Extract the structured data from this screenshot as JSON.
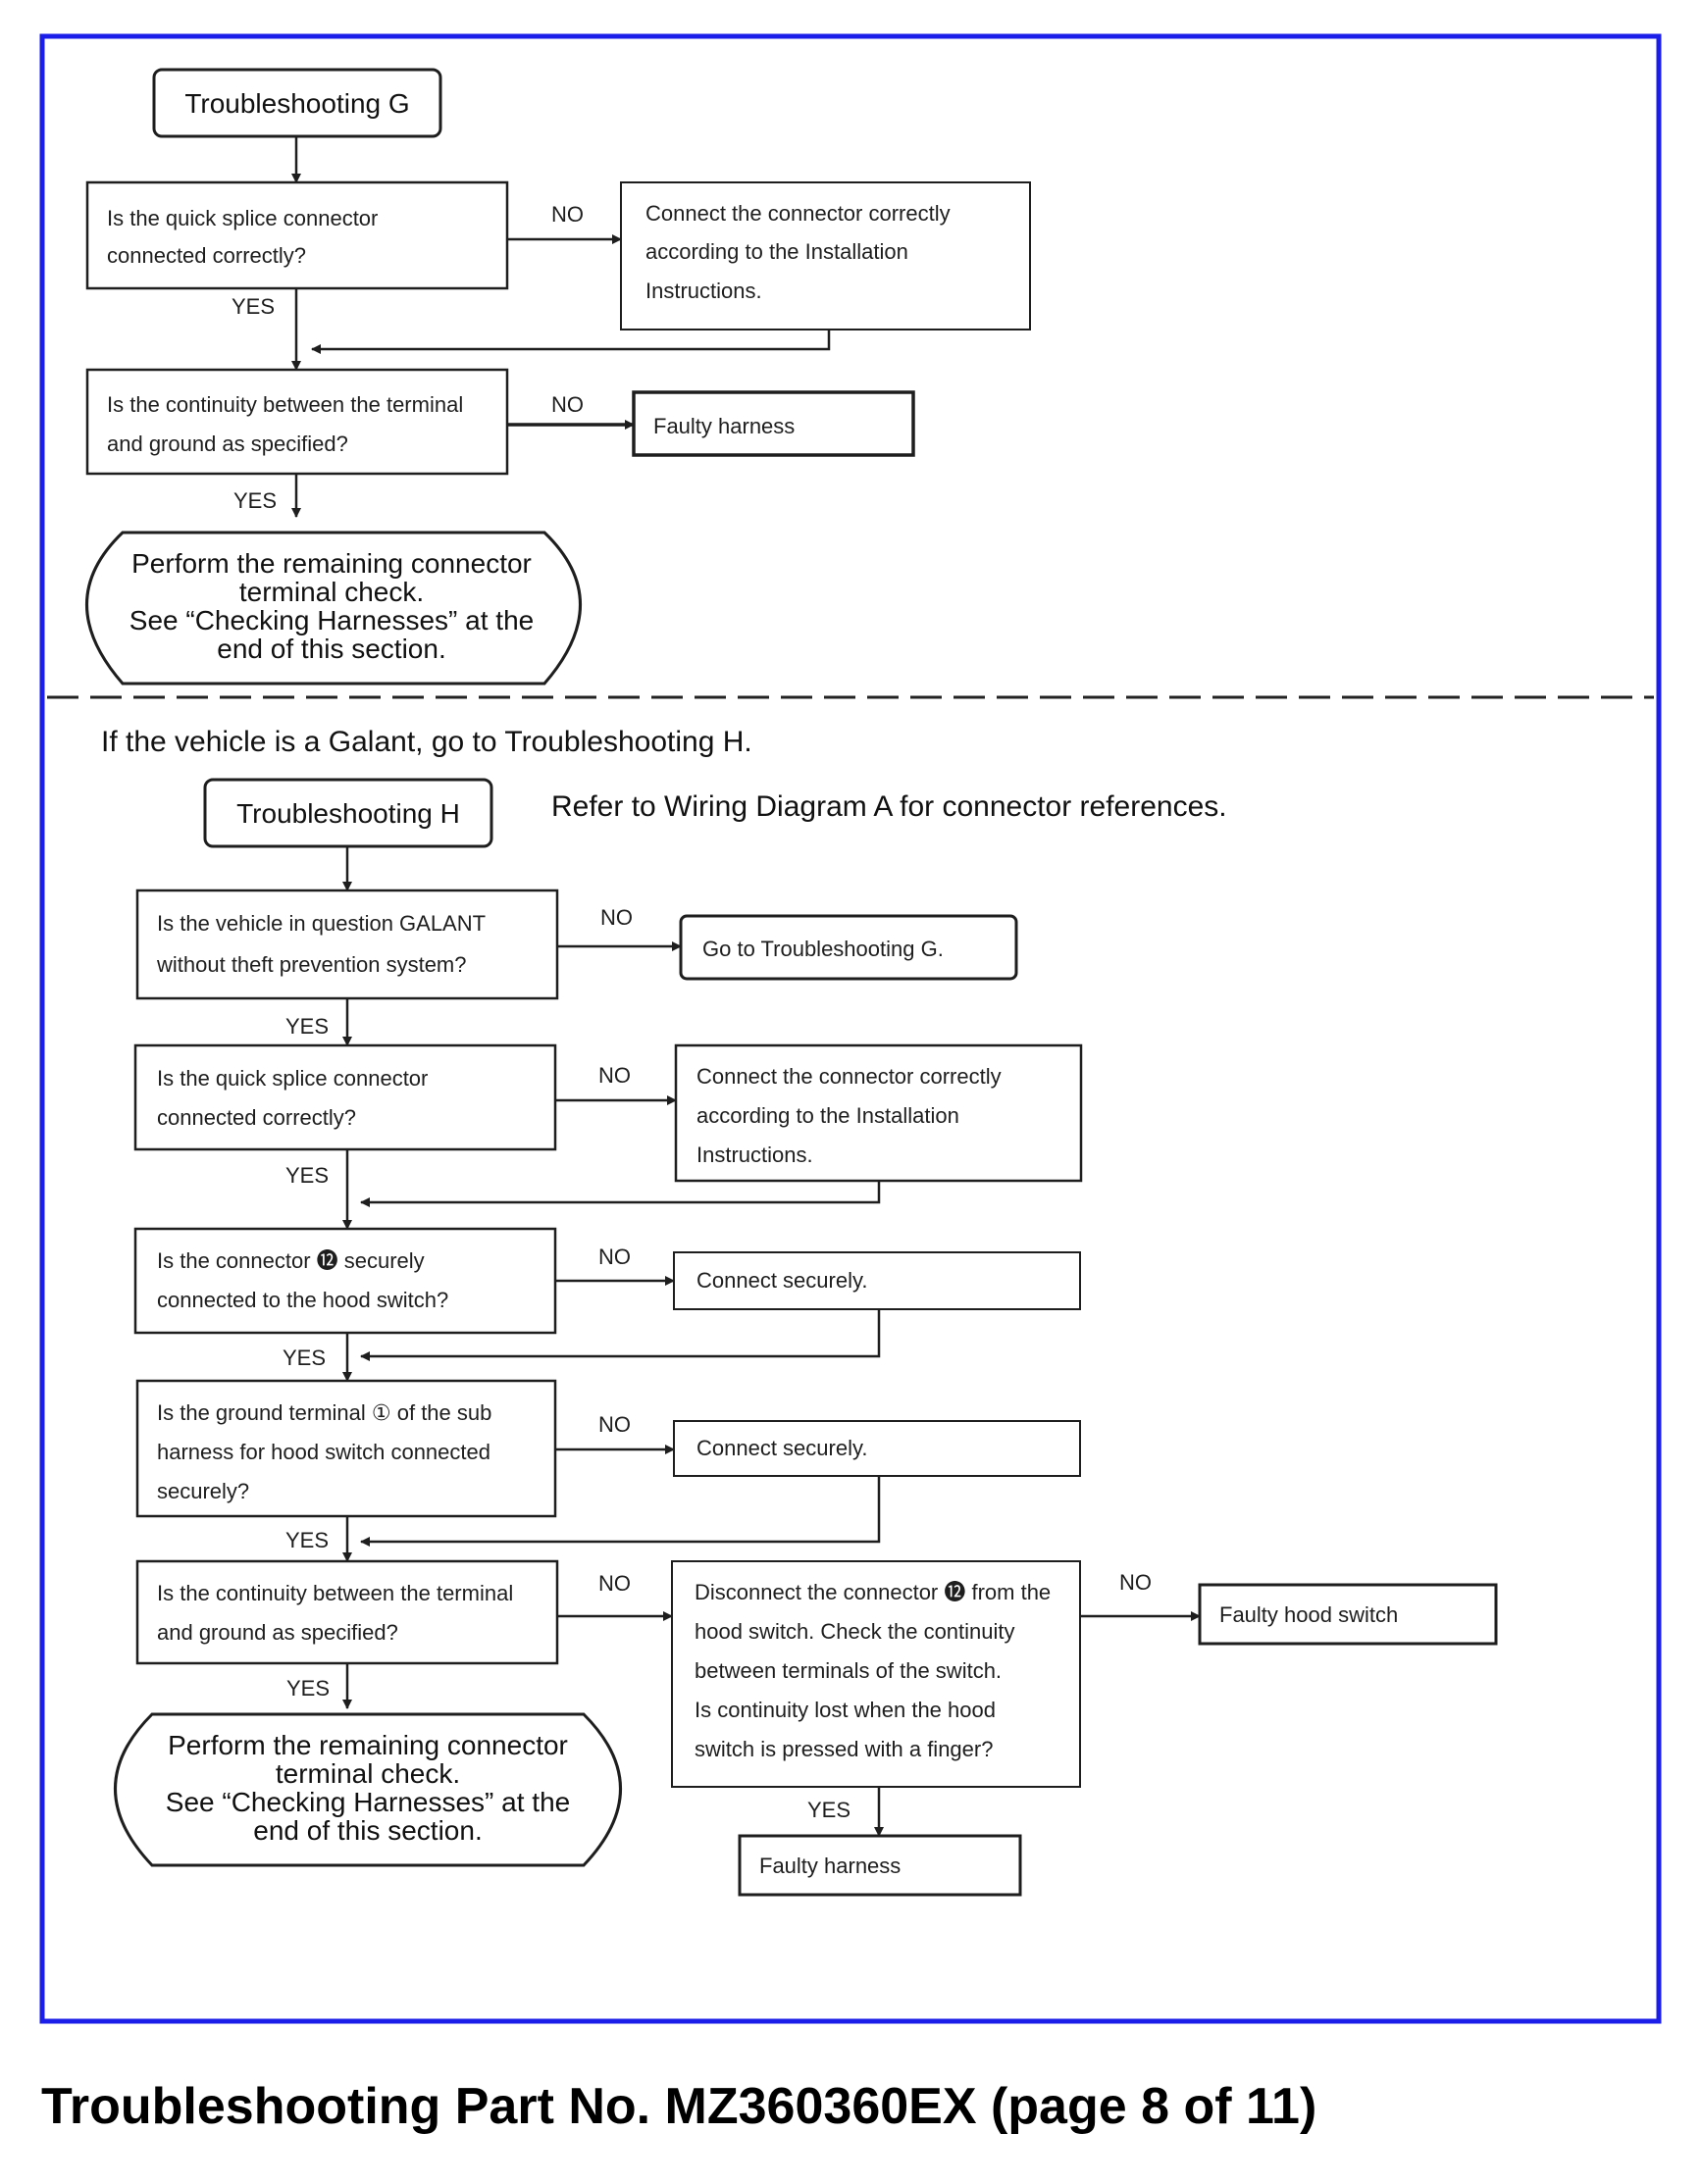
{
  "colors": {
    "frame": "#1b1ee8",
    "line": "#1e1e1e",
    "text": "#111111"
  },
  "section_g": {
    "title": "Troubleshooting G",
    "q1": [
      "Is the quick splice connector",
      "connected correctly?"
    ],
    "q1_no_action": [
      "Connect the connector correctly",
      "according to the Installation",
      "Instructions."
    ],
    "q2": [
      "Is the continuity between the terminal",
      "and ground as specified?"
    ],
    "q2_no_action": "Faulty harness",
    "end": [
      "Perform the remaining connector",
      "terminal check.",
      "See “Checking Harnesses” at the",
      "end of this section."
    ]
  },
  "galant_note": "If the vehicle is a Galant, go to Troubleshooting H.",
  "section_h": {
    "title": "Troubleshooting H",
    "reference_note": "Refer to Wiring Diagram A for connector references.",
    "q1": [
      "Is the vehicle in question GALANT",
      "without theft prevention system?"
    ],
    "q1_no_action": "Go to Troubleshooting G.",
    "q2": [
      "Is the quick splice connector",
      "connected correctly?"
    ],
    "q2_no_action": [
      "Connect the connector correctly",
      "according to the Installation",
      "Instructions."
    ],
    "q3": [
      "Is the connector ⓬ securely",
      "connected to the hood switch?"
    ],
    "q3_no_action": "Connect securely.",
    "q4": [
      "Is the ground terminal ① of the sub",
      "harness for hood switch connected",
      "securely?"
    ],
    "q4_no_action": "Connect securely.",
    "q5": [
      "Is the continuity between the terminal",
      "and ground as specified?"
    ],
    "q5_no_action": [
      "Disconnect the connector ⓬ from the",
      "hood switch. Check the continuity",
      "between terminals of the switch.",
      "Is continuity lost when the hood",
      "switch is pressed with a finger?"
    ],
    "q6_no_action": "Faulty hood switch",
    "q6_yes_action": "Faulty harness",
    "end": [
      "Perform the remaining connector",
      "terminal check.",
      "See “Checking Harnesses” at the",
      "end of this section."
    ]
  },
  "labels": {
    "yes": "YES",
    "no": "NO"
  },
  "caption": "Troubleshooting Part No. MZ360360EX (page 8 of 11)"
}
